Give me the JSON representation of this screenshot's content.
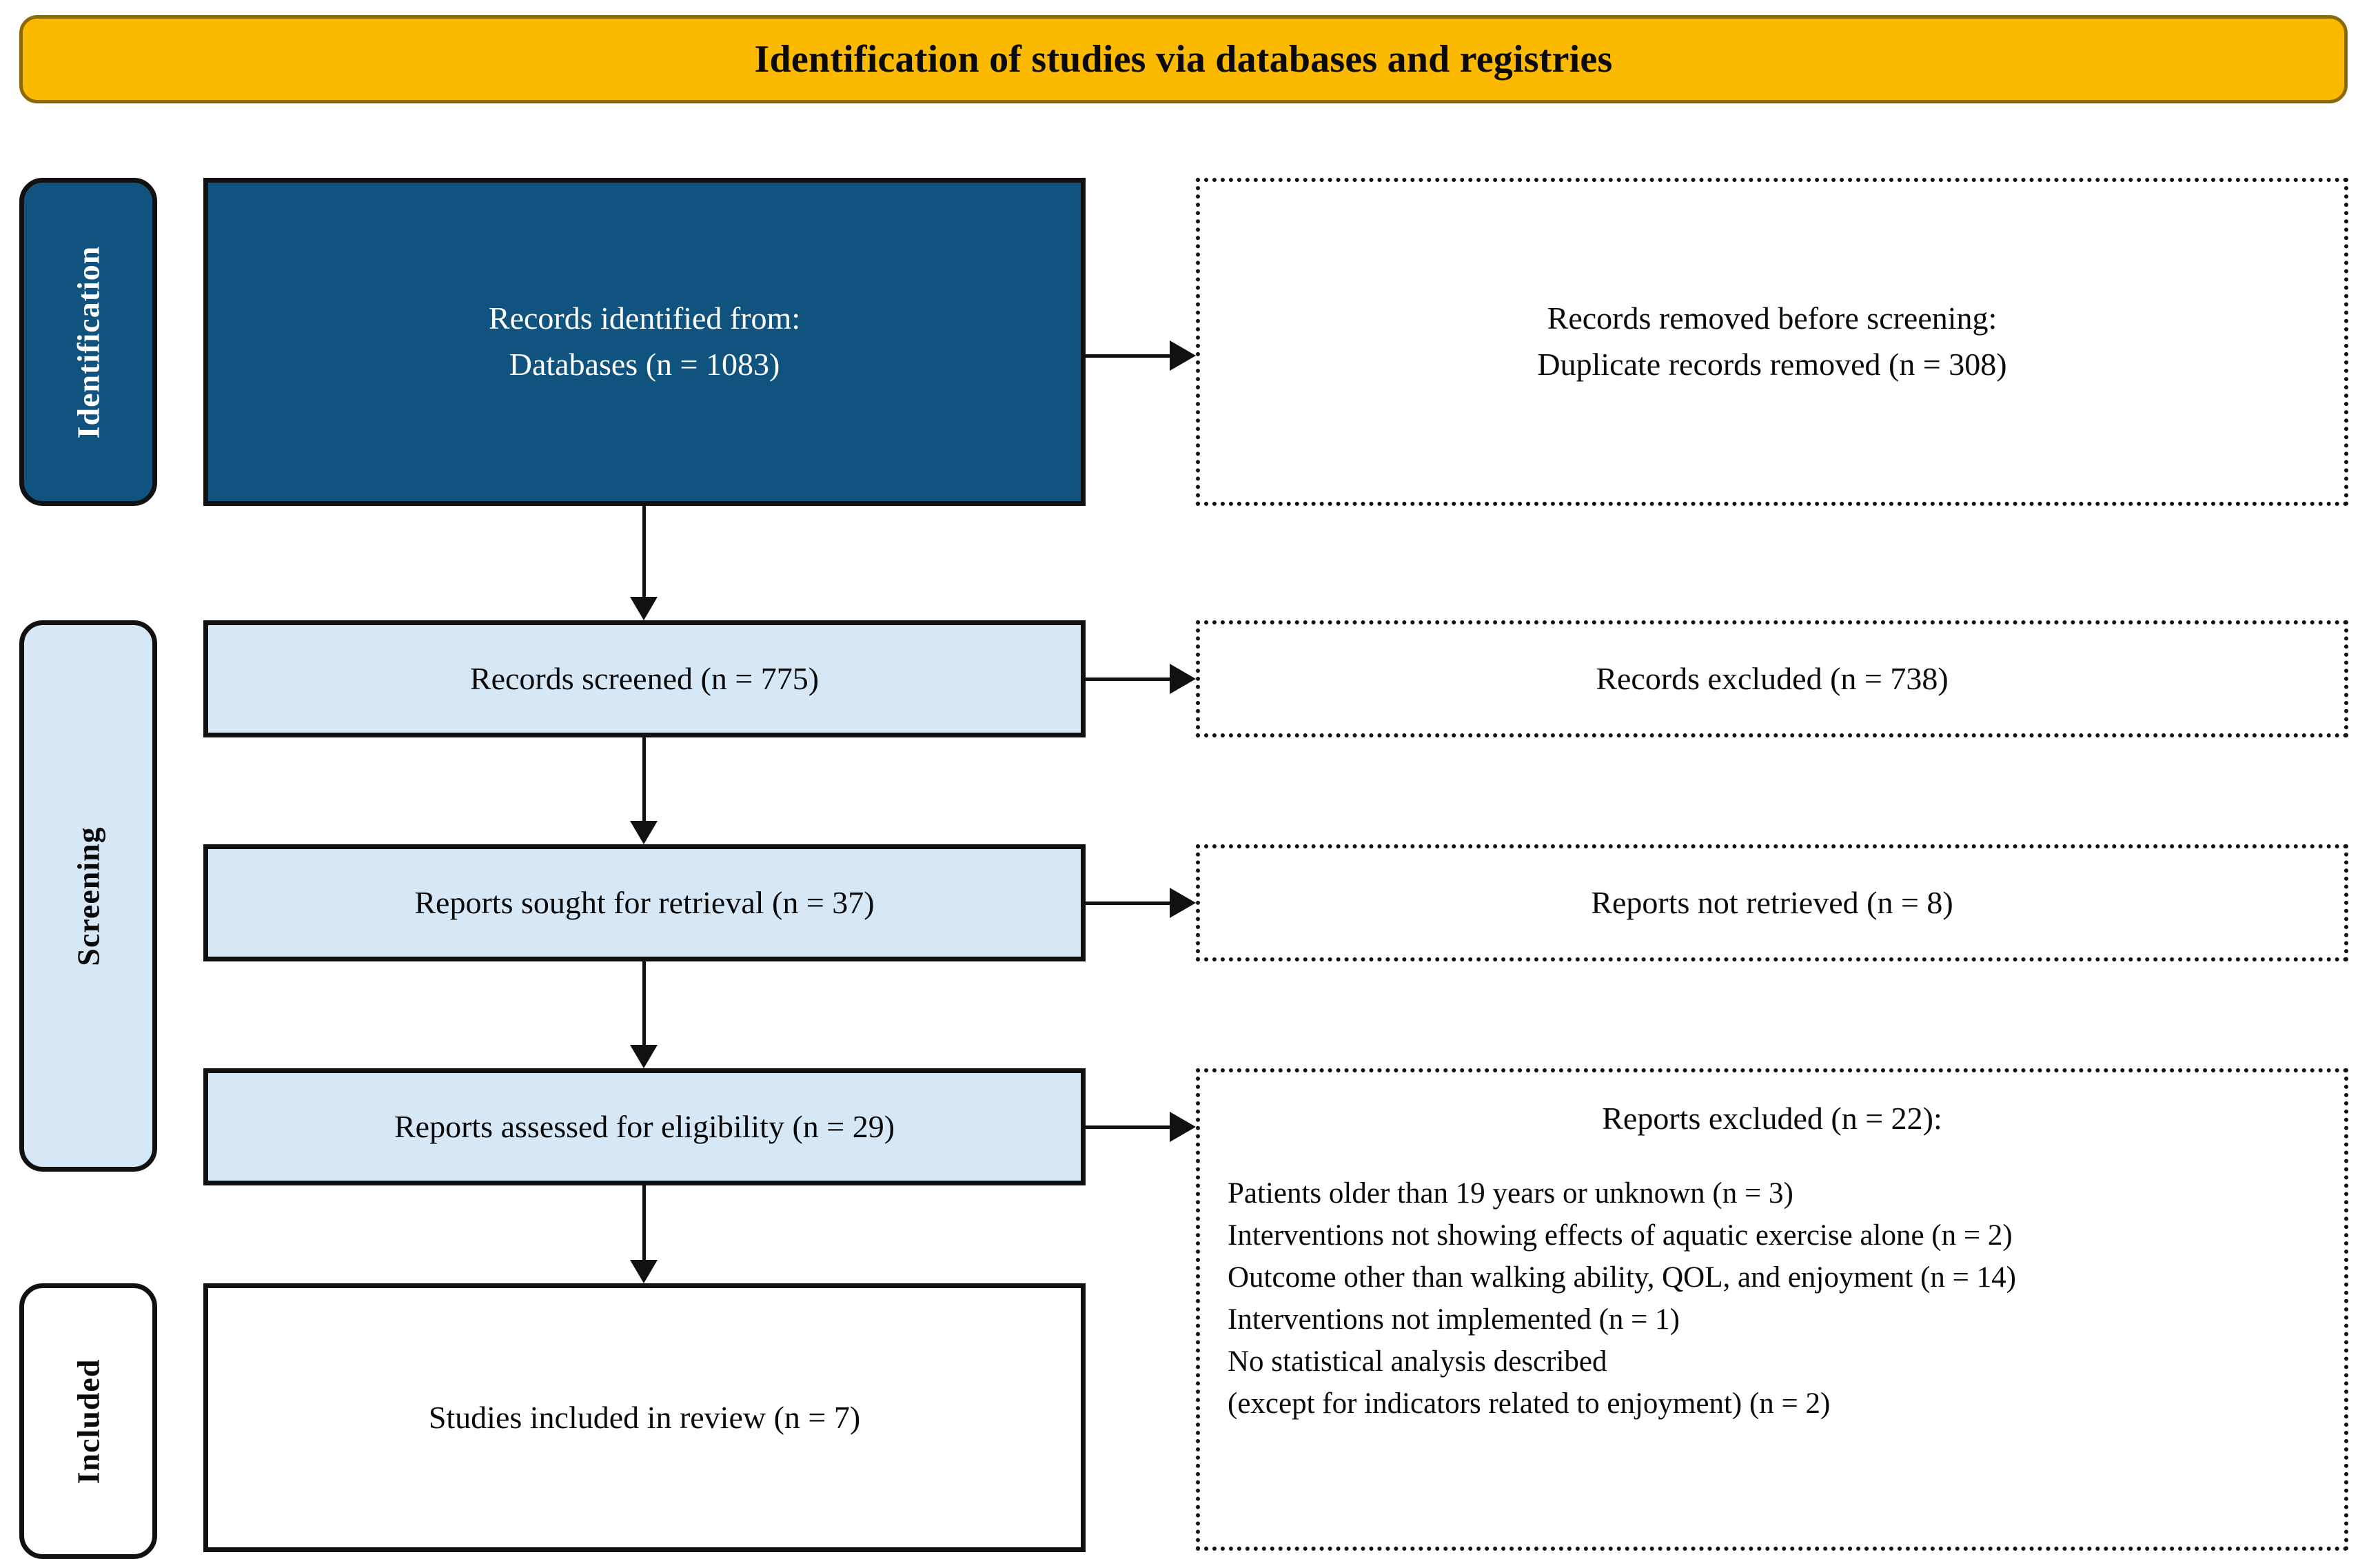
{
  "banner": {
    "title": "Identification of studies via databases and registries",
    "bg_color": "#fbba00",
    "border_color": "#8a6a07"
  },
  "stages": {
    "identification": {
      "label": "Identification",
      "bg_color": "#10537f",
      "text_color": "#ffffff"
    },
    "screening": {
      "label": "Screening",
      "bg_color": "#d6e7f6",
      "text_color": "#0a0a0a"
    },
    "included": {
      "label": "Included",
      "bg_color": "#ffffff",
      "text_color": "#0a0a0a"
    }
  },
  "flow": {
    "identified": {
      "line1": "Records identified from:",
      "line2": "Databases (n = 1083)",
      "bg_color": "#10537f"
    },
    "removed": {
      "line1": "Records removed before screening:",
      "line2": "Duplicate records removed  (n = 308)"
    },
    "screened": {
      "line1": "Records screened (n = 775)",
      "bg_color": "#d6e7f6"
    },
    "excluded_records": {
      "line1": "Records excluded (n = 738)"
    },
    "sought": {
      "line1": "Reports sought for retrieval (n = 37)",
      "bg_color": "#d6e7f6"
    },
    "not_retrieved": {
      "line1": "Reports not retrieved (n = 8)"
    },
    "assessed": {
      "line1": "Reports assessed for eligibility (n = 29)",
      "bg_color": "#d6e7f6"
    },
    "reports_excluded": {
      "title": "Reports excluded (n = 22):",
      "reasons": [
        "Patients older than  19 years or unknown (n = 3)",
        "Interventions not showing effects of aquatic exercise alone (n = 2)",
        "Outcome other than walking ability, QOL, and enjoyment (n = 14)",
        "Interventions  not implemented (n = 1)",
        "No statistical analysis  described",
        "(except for indicators related  to enjoyment) (n = 2)"
      ]
    },
    "included_studies": {
      "line1": "Studies included in review (n = 7)"
    }
  },
  "chart_data": {
    "type": "diagram",
    "diagram_kind": "PRISMA flow diagram",
    "title": "Identification of studies via databases and registries",
    "stages": [
      "Identification",
      "Screening",
      "Included"
    ],
    "nodes": [
      {
        "id": "identified",
        "stage": "Identification",
        "label": "Records identified from: Databases",
        "n": 1083
      },
      {
        "id": "removed",
        "stage": "Identification",
        "label": "Records removed before screening: Duplicate records removed",
        "n": 308
      },
      {
        "id": "screened",
        "stage": "Screening",
        "label": "Records screened",
        "n": 775
      },
      {
        "id": "excluded_records",
        "stage": "Screening",
        "label": "Records excluded",
        "n": 738
      },
      {
        "id": "sought",
        "stage": "Screening",
        "label": "Reports sought for retrieval",
        "n": 37
      },
      {
        "id": "not_retrieved",
        "stage": "Screening",
        "label": "Reports not retrieved",
        "n": 8
      },
      {
        "id": "assessed",
        "stage": "Screening",
        "label": "Reports assessed for eligibility",
        "n": 29
      },
      {
        "id": "reports_excluded",
        "stage": "Screening",
        "label": "Reports excluded",
        "n": 22,
        "breakdown": [
          {
            "reason": "Patients older than 19 years or unknown",
            "n": 3
          },
          {
            "reason": "Interventions not showing effects of aquatic exercise alone",
            "n": 2
          },
          {
            "reason": "Outcome other than walking ability, QOL, and enjoyment",
            "n": 14
          },
          {
            "reason": "Interventions not implemented",
            "n": 1
          },
          {
            "reason": "No statistical analysis described (except for indicators related to enjoyment)",
            "n": 2
          }
        ]
      },
      {
        "id": "included_studies",
        "stage": "Included",
        "label": "Studies included in review",
        "n": 7
      }
    ],
    "edges": [
      {
        "from": "identified",
        "to": "removed",
        "direction": "right"
      },
      {
        "from": "identified",
        "to": "screened",
        "direction": "down"
      },
      {
        "from": "screened",
        "to": "excluded_records",
        "direction": "right"
      },
      {
        "from": "screened",
        "to": "sought",
        "direction": "down"
      },
      {
        "from": "sought",
        "to": "not_retrieved",
        "direction": "right"
      },
      {
        "from": "sought",
        "to": "assessed",
        "direction": "down"
      },
      {
        "from": "assessed",
        "to": "reports_excluded",
        "direction": "right"
      },
      {
        "from": "assessed",
        "to": "included_studies",
        "direction": "down"
      }
    ]
  }
}
